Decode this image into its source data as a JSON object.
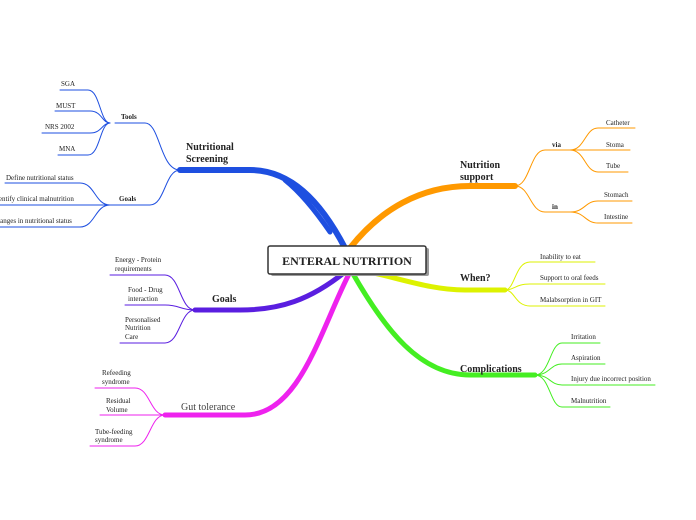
{
  "center": "ENTERAL NUTRITION",
  "branches": {
    "screening": {
      "title_1": "Nutritional",
      "title_2": "Screening",
      "tools": {
        "label": "Tools",
        "items": [
          "SGA",
          "MUST",
          "NRS 2002",
          "MNA"
        ]
      },
      "goals": {
        "label": "Goals",
        "items": [
          "Define nutritional status",
          "Identify clinical malnutrition",
          "Changes in nutritional status"
        ]
      }
    },
    "support": {
      "title_1": "Nutrition",
      "title_2": "support",
      "via": {
        "label": "via",
        "items": [
          "Catheter",
          "Stoma",
          "Tube"
        ]
      },
      "in": {
        "label": "in",
        "items": [
          "Stomach",
          "Intestine"
        ]
      }
    },
    "when": {
      "title": "When?",
      "items": [
        "Inability to eat",
        "Support to oral feeds",
        "Malabsorption in GIT"
      ]
    },
    "goals": {
      "title": "Goals",
      "items": [
        [
          "Energy - Protein",
          "requirements"
        ],
        [
          "Food - Drug",
          "interaction"
        ],
        [
          "Personalised",
          "Nutrition",
          "Care"
        ]
      ]
    },
    "gut": {
      "title": "Gut tolerance",
      "items": [
        [
          "Refeeding",
          "syndrome"
        ],
        [
          "Residual",
          "Volume"
        ],
        [
          "Tube-feeding",
          "syndrome"
        ]
      ]
    },
    "complications": {
      "title": "Complications",
      "items": [
        "Irritation",
        "Aspiration",
        "Injury due incorrect position",
        "Malnutrition"
      ]
    }
  },
  "colors": {
    "screening": "#1e4fe0",
    "support": "#ff9900",
    "when": "#ddf200",
    "goals": "#5a1ee0",
    "gut": "#ee22ee",
    "complications": "#44ee22"
  }
}
